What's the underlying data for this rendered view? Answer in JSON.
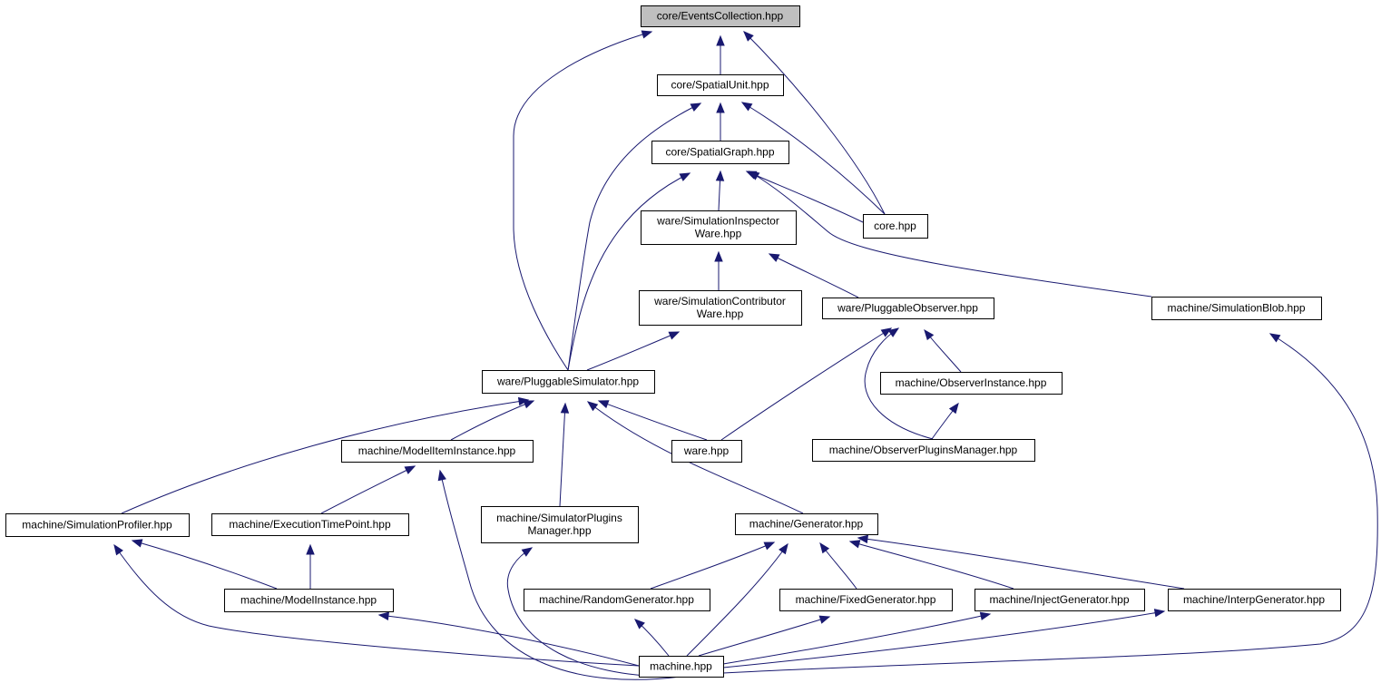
{
  "graph": {
    "nodes": [
      {
        "id": "events",
        "lines": [
          "core/EventsCollection.hpp"
        ],
        "root": true
      },
      {
        "id": "spatialunit",
        "lines": [
          "core/SpatialUnit.hpp"
        ]
      },
      {
        "id": "spatialgraph",
        "lines": [
          "core/SpatialGraph.hpp"
        ]
      },
      {
        "id": "core",
        "lines": [
          "core.hpp"
        ]
      },
      {
        "id": "siminspector",
        "lines": [
          "ware/SimulationInspector",
          "Ware.hpp"
        ]
      },
      {
        "id": "simcontributor",
        "lines": [
          "ware/SimulationContributor",
          "Ware.hpp"
        ]
      },
      {
        "id": "pluggableobserver",
        "lines": [
          "ware/PluggableObserver.hpp"
        ]
      },
      {
        "id": "simblob",
        "lines": [
          "machine/SimulationBlob.hpp"
        ]
      },
      {
        "id": "pluggablesim",
        "lines": [
          "ware/PluggableSimulator.hpp"
        ]
      },
      {
        "id": "observerinstance",
        "lines": [
          "machine/ObserverInstance.hpp"
        ]
      },
      {
        "id": "modeliteminstance",
        "lines": [
          "machine/ModelItemInstance.hpp"
        ]
      },
      {
        "id": "ware",
        "lines": [
          "ware.hpp"
        ]
      },
      {
        "id": "observerplugins",
        "lines": [
          "machine/ObserverPluginsManager.hpp"
        ]
      },
      {
        "id": "simprofiler",
        "lines": [
          "machine/SimulationProfiler.hpp"
        ]
      },
      {
        "id": "exectimepoint",
        "lines": [
          "machine/ExecutionTimePoint.hpp"
        ]
      },
      {
        "id": "simplugins",
        "lines": [
          "machine/SimulatorPlugins",
          "Manager.hpp"
        ]
      },
      {
        "id": "generator",
        "lines": [
          "machine/Generator.hpp"
        ]
      },
      {
        "id": "modelinstance",
        "lines": [
          "machine/ModelInstance.hpp"
        ]
      },
      {
        "id": "randomgen",
        "lines": [
          "machine/RandomGenerator.hpp"
        ]
      },
      {
        "id": "fixedgen",
        "lines": [
          "machine/FixedGenerator.hpp"
        ]
      },
      {
        "id": "injectgen",
        "lines": [
          "machine/InjectGenerator.hpp"
        ]
      },
      {
        "id": "interpgen",
        "lines": [
          "machine/InterpGenerator.hpp"
        ]
      },
      {
        "id": "machine",
        "lines": [
          "machine.hpp"
        ]
      }
    ],
    "edges": [
      {
        "from": "spatialunit",
        "to": "events"
      },
      {
        "from": "pluggablesim",
        "to": "events"
      },
      {
        "from": "core",
        "to": "events"
      },
      {
        "from": "spatialgraph",
        "to": "spatialunit"
      },
      {
        "from": "pluggablesim",
        "to": "spatialunit"
      },
      {
        "from": "core",
        "to": "spatialunit"
      },
      {
        "from": "siminspector",
        "to": "spatialgraph"
      },
      {
        "from": "pluggablesim",
        "to": "spatialgraph"
      },
      {
        "from": "core",
        "to": "spatialgraph"
      },
      {
        "from": "simblob",
        "to": "spatialgraph"
      },
      {
        "from": "simcontributor",
        "to": "siminspector"
      },
      {
        "from": "pluggableobserver",
        "to": "siminspector"
      },
      {
        "from": "pluggablesim",
        "to": "simcontributor"
      },
      {
        "from": "ware",
        "to": "pluggableobserver"
      },
      {
        "from": "observerinstance",
        "to": "pluggableobserver"
      },
      {
        "from": "observerplugins",
        "to": "pluggableobserver"
      },
      {
        "from": "observerplugins",
        "to": "observerinstance"
      },
      {
        "from": "simprofiler",
        "to": "pluggablesim"
      },
      {
        "from": "modeliteminstance",
        "to": "pluggablesim"
      },
      {
        "from": "simplugins",
        "to": "pluggablesim"
      },
      {
        "from": "ware",
        "to": "pluggablesim"
      },
      {
        "from": "generator",
        "to": "pluggablesim"
      },
      {
        "from": "exectimepoint",
        "to": "modeliteminstance"
      },
      {
        "from": "machine",
        "to": "modeliteminstance"
      },
      {
        "from": "modelinstance",
        "to": "exectimepoint"
      },
      {
        "from": "modelinstance",
        "to": "simprofiler"
      },
      {
        "from": "machine",
        "to": "simprofiler"
      },
      {
        "from": "machine",
        "to": "simplugins"
      },
      {
        "from": "randomgen",
        "to": "generator"
      },
      {
        "from": "fixedgen",
        "to": "generator"
      },
      {
        "from": "injectgen",
        "to": "generator"
      },
      {
        "from": "interpgen",
        "to": "generator"
      },
      {
        "from": "machine",
        "to": "generator"
      },
      {
        "from": "machine",
        "to": "modelinstance"
      },
      {
        "from": "machine",
        "to": "randomgen"
      },
      {
        "from": "machine",
        "to": "fixedgen"
      },
      {
        "from": "machine",
        "to": "injectgen"
      },
      {
        "from": "machine",
        "to": "interpgen"
      },
      {
        "from": "machine",
        "to": "simblob"
      }
    ]
  }
}
